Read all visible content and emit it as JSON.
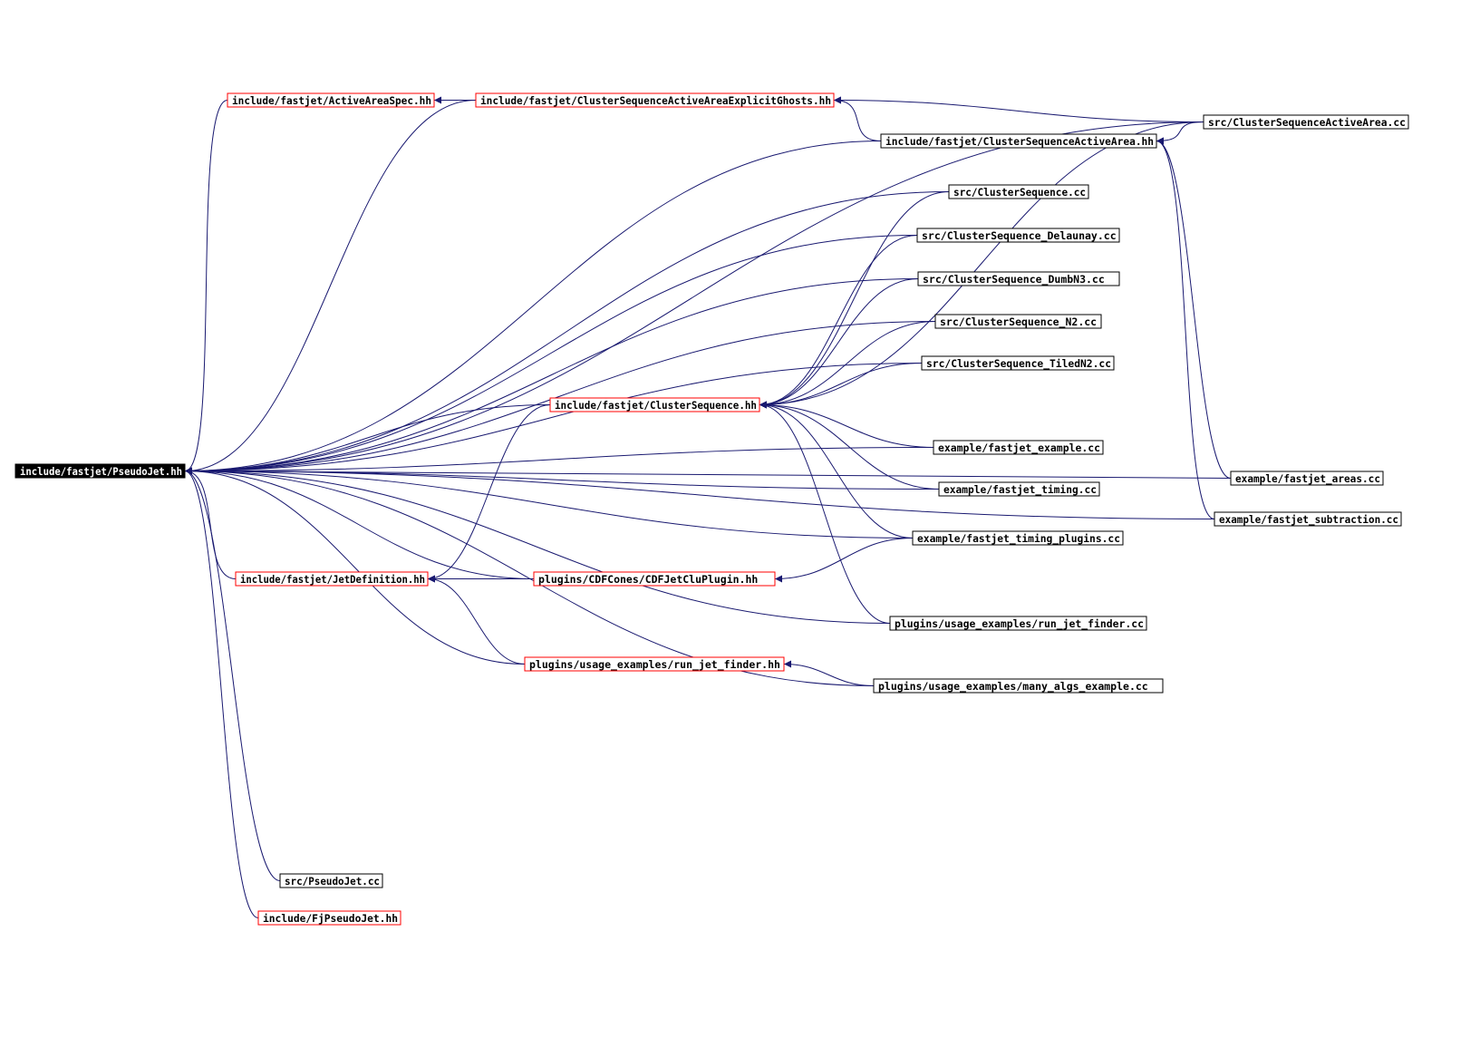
{
  "graph": {
    "edge_color": "#191970",
    "root_fill": "#000000",
    "red_border": "#ff0000",
    "nodes": {
      "pseudojet_hh": {
        "label": "include/fastjet/PseudoJet.hh",
        "style": "root"
      },
      "activeareaspec_hh": {
        "label": "include/fastjet/ActiveAreaSpec.hh",
        "style": "red"
      },
      "csaaeg_hh": {
        "label": "include/fastjet/ClusterSequenceActiveAreaExplicitGhosts.hh",
        "style": "red"
      },
      "csaa_cc": {
        "label": "src/ClusterSequenceActiveArea.cc",
        "style": "plain"
      },
      "csaa_hh": {
        "label": "include/fastjet/ClusterSequenceActiveArea.hh",
        "style": "plain"
      },
      "cs_cc": {
        "label": "src/ClusterSequence.cc",
        "style": "plain"
      },
      "cs_delaunay_cc": {
        "label": "src/ClusterSequence_Delaunay.cc",
        "style": "plain"
      },
      "cs_dumbn3_cc": {
        "label": "src/ClusterSequence_DumbN3.cc",
        "style": "plain"
      },
      "cs_n2_cc": {
        "label": "src/ClusterSequence_N2.cc",
        "style": "plain"
      },
      "cs_tiledn2_cc": {
        "label": "src/ClusterSequence_TiledN2.cc",
        "style": "plain"
      },
      "cs_hh": {
        "label": "include/fastjet/ClusterSequence.hh",
        "style": "red"
      },
      "fj_example_cc": {
        "label": "example/fastjet_example.cc",
        "style": "plain"
      },
      "fj_areas_cc": {
        "label": "example/fastjet_areas.cc",
        "style": "plain"
      },
      "fj_timing_cc": {
        "label": "example/fastjet_timing.cc",
        "style": "plain"
      },
      "fj_subtraction_cc": {
        "label": "example/fastjet_subtraction.cc",
        "style": "plain"
      },
      "fj_timing_plugins_cc": {
        "label": "example/fastjet_timing_plugins.cc",
        "style": "plain"
      },
      "jetdef_hh": {
        "label": "include/fastjet/JetDefinition.hh",
        "style": "red"
      },
      "cdfjetclu_hh": {
        "label": "plugins/CDFCones/CDFJetCluPlugin.hh",
        "style": "red"
      },
      "run_jet_finder_cc": {
        "label": "plugins/usage_examples/run_jet_finder.cc",
        "style": "plain"
      },
      "run_jet_finder_hh": {
        "label": "plugins/usage_examples/run_jet_finder.hh",
        "style": "red"
      },
      "many_algs_cc": {
        "label": "plugins/usage_examples/many_algs_example.cc",
        "style": "plain"
      },
      "pseudojet_cc": {
        "label": "src/PseudoJet.cc",
        "style": "plain"
      },
      "fjpseudojet_hh": {
        "label": "include/FjPseudoJet.hh",
        "style": "red"
      }
    },
    "edges": [
      {
        "from": "activeareaspec_hh",
        "to": "pseudojet_hh"
      },
      {
        "from": "csaaeg_hh",
        "to": "activeareaspec_hh"
      },
      {
        "from": "csaaeg_hh",
        "to": "pseudojet_hh"
      },
      {
        "from": "csaa_cc",
        "to": "csaaeg_hh"
      },
      {
        "from": "csaa_cc",
        "to": "csaa_hh"
      },
      {
        "from": "csaa_cc",
        "to": "pseudojet_hh"
      },
      {
        "from": "csaa_hh",
        "to": "csaaeg_hh"
      },
      {
        "from": "csaa_hh",
        "to": "pseudojet_hh"
      },
      {
        "from": "fj_areas_cc",
        "to": "csaa_hh"
      },
      {
        "from": "fj_subtraction_cc",
        "to": "csaa_hh"
      },
      {
        "from": "cs_cc",
        "to": "pseudojet_hh"
      },
      {
        "from": "cs_cc",
        "to": "cs_hh"
      },
      {
        "from": "cs_delaunay_cc",
        "to": "pseudojet_hh"
      },
      {
        "from": "cs_delaunay_cc",
        "to": "cs_hh"
      },
      {
        "from": "cs_dumbn3_cc",
        "to": "pseudojet_hh"
      },
      {
        "from": "cs_dumbn3_cc",
        "to": "cs_hh"
      },
      {
        "from": "cs_n2_cc",
        "to": "pseudojet_hh"
      },
      {
        "from": "cs_n2_cc",
        "to": "cs_hh"
      },
      {
        "from": "cs_tiledn2_cc",
        "to": "pseudojet_hh"
      },
      {
        "from": "cs_tiledn2_cc",
        "to": "cs_hh"
      },
      {
        "from": "cs_hh",
        "to": "pseudojet_hh"
      },
      {
        "from": "cs_hh",
        "to": "jetdef_hh"
      },
      {
        "from": "csaa_cc",
        "to": "cs_hh"
      },
      {
        "from": "fj_example_cc",
        "to": "cs_hh"
      },
      {
        "from": "fj_timing_cc",
        "to": "cs_hh"
      },
      {
        "from": "fj_timing_plugins_cc",
        "to": "cs_hh"
      },
      {
        "from": "run_jet_finder_cc",
        "to": "cs_hh"
      },
      {
        "from": "fj_example_cc",
        "to": "pseudojet_hh"
      },
      {
        "from": "fj_timing_cc",
        "to": "pseudojet_hh"
      },
      {
        "from": "fj_timing_plugins_cc",
        "to": "pseudojet_hh"
      },
      {
        "from": "fj_timing_plugins_cc",
        "to": "cdfjetclu_hh"
      },
      {
        "from": "jetdef_hh",
        "to": "pseudojet_hh"
      },
      {
        "from": "cdfjetclu_hh",
        "to": "jetdef_hh"
      },
      {
        "from": "cdfjetclu_hh",
        "to": "pseudojet_hh"
      },
      {
        "from": "run_jet_finder_hh",
        "to": "jetdef_hh"
      },
      {
        "from": "run_jet_finder_hh",
        "to": "pseudojet_hh"
      },
      {
        "from": "many_algs_cc",
        "to": "run_jet_finder_hh"
      },
      {
        "from": "many_algs_cc",
        "to": "pseudojet_hh"
      },
      {
        "from": "run_jet_finder_cc",
        "to": "pseudojet_hh"
      },
      {
        "from": "fj_areas_cc",
        "to": "pseudojet_hh"
      },
      {
        "from": "fj_subtraction_cc",
        "to": "pseudojet_hh"
      },
      {
        "from": "pseudojet_cc",
        "to": "pseudojet_hh"
      },
      {
        "from": "fjpseudojet_hh",
        "to": "pseudojet_hh"
      }
    ]
  }
}
